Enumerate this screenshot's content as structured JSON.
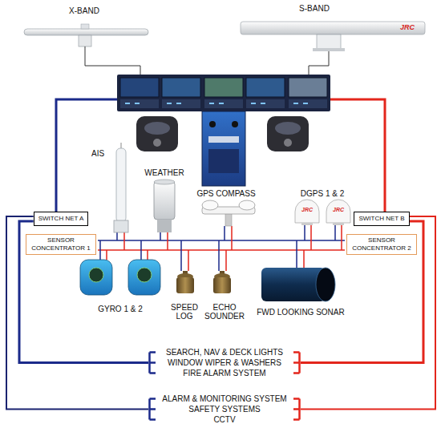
{
  "diagram": {
    "nodes": [
      {
        "text": [
          "SWITCH NET A"
        ]
      },
      {
        "text": [
          "SWITCH NET B"
        ]
      },
      {
        "text": [
          "SENSOR CONCENTRATOR 1"
        ]
      },
      {
        "text": [
          "SENSOR CONCENTRATOR 2"
        ]
      },
      {
        "text": [
          "SEARCH, NAV & DECK LIGHTS",
          "WINDOW WIPER & WASHERS",
          "FIRE ALARM SYSTEM"
        ]
      },
      {
        "text": [
          "ALARM & MONITORING SYSTEM",
          "SAFETY SYSTEMS",
          "CCTV"
        ]
      }
    ],
    "edges": [
      {
        "from": 0,
        "to": 4,
        "arrow": "none"
      },
      {
        "from": 0,
        "to": 5,
        "arrow": "none"
      },
      {
        "from": 1,
        "to": 4,
        "arrow": "none"
      },
      {
        "from": 1,
        "to": 5,
        "arrow": "none"
      }
    ],
    "labels": [
      "X-BAND",
      "S-BAND",
      "JRC",
      "AIS",
      "WEATHER",
      "GPS COMPASS",
      "DGPS 1 & 2",
      "JRC",
      "JRC",
      "GYRO 1 & 2",
      "SPEED LOG",
      "ECHO SOUNDER",
      "FWD LOOKING SONAR"
    ]
  }
}
